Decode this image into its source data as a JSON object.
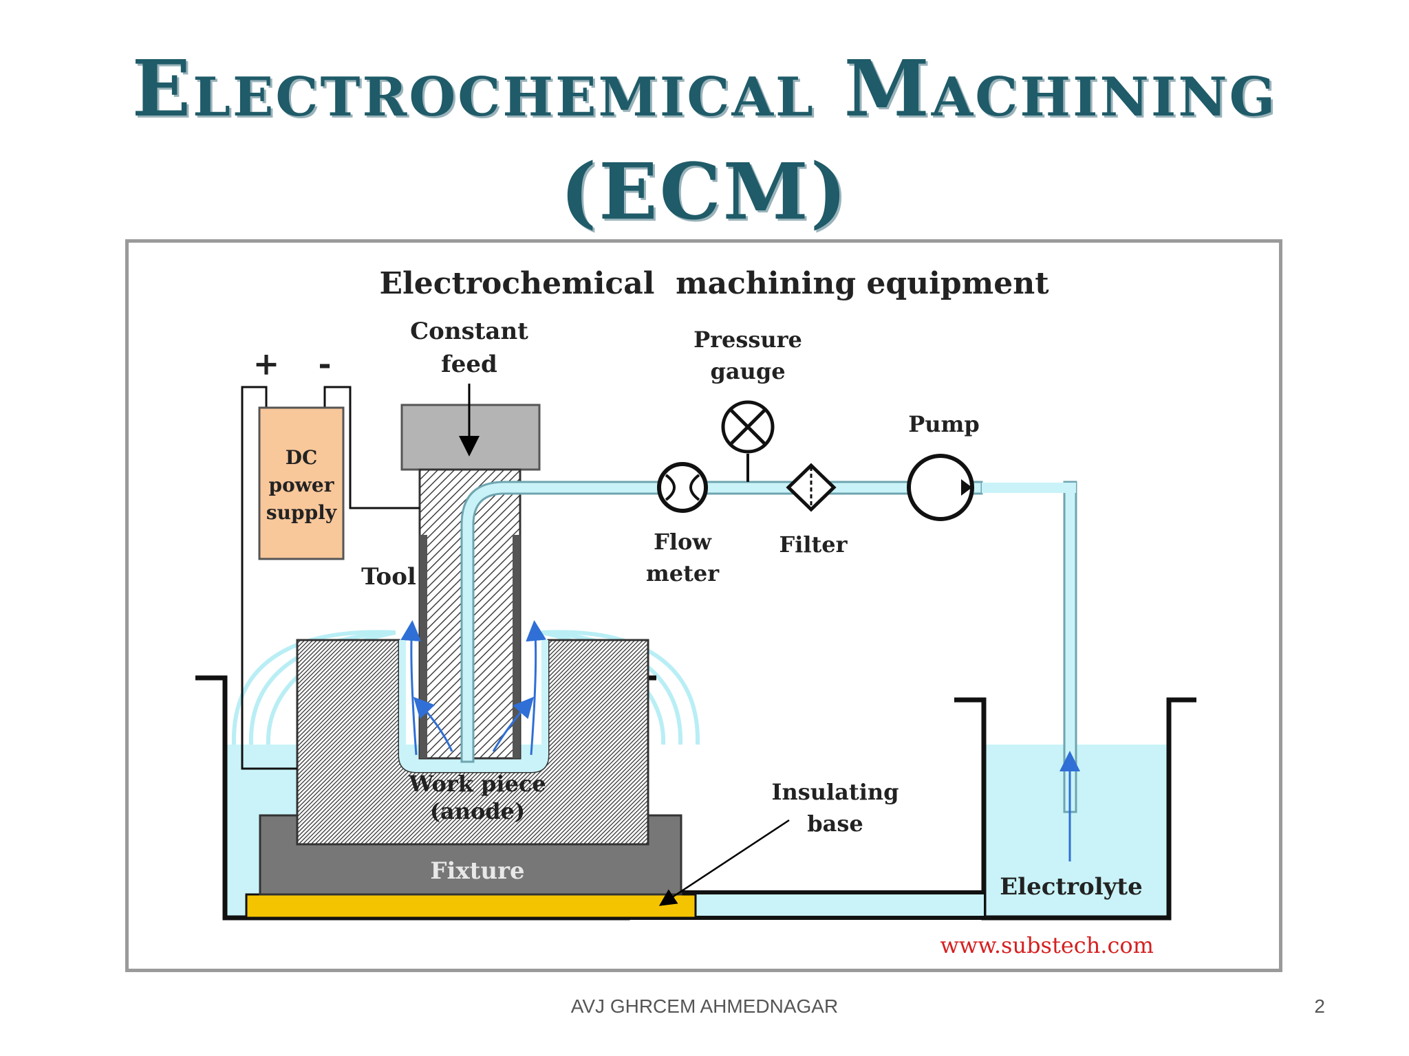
{
  "slide": {
    "title_line1": "Electrochemical Machining",
    "title_line2": "(ECM)",
    "footer": "AVJ GHRCEM AHMEDNAGAR",
    "page_number": "2"
  },
  "diagram": {
    "heading": "Electrochemical  machining equipment",
    "plus_sign": "+",
    "minus_sign": "-",
    "dc_line1": "DC",
    "dc_line2": "power",
    "dc_line3": "supply",
    "feed_line1": "Constant",
    "feed_line2": "feed",
    "pressure_line1": "Pressure",
    "pressure_line2": "gauge",
    "pump": "Pump",
    "flow_line1": "Flow",
    "flow_line2": "meter",
    "filter": "Filter",
    "tool": "Tool",
    "work_line1": "Work piece",
    "work_line2": "(anode)",
    "fixture": "Fixture",
    "insulating_line1": "Insulating",
    "insulating_line2": "base",
    "electrolyte": "Electrolyte",
    "source": "www.substech.com",
    "colors": {
      "title": "#1f5b68",
      "electrolyte": "#c9f3f8",
      "pipe_edge": "#6ea5b0",
      "power_supply": "#f8c79a",
      "insulating_base": "#f5c400",
      "fixture": "#777777",
      "feed_block": "#b4b4b4",
      "flow_arrow": "#2f6fd6",
      "source_text": "#d52020"
    }
  }
}
